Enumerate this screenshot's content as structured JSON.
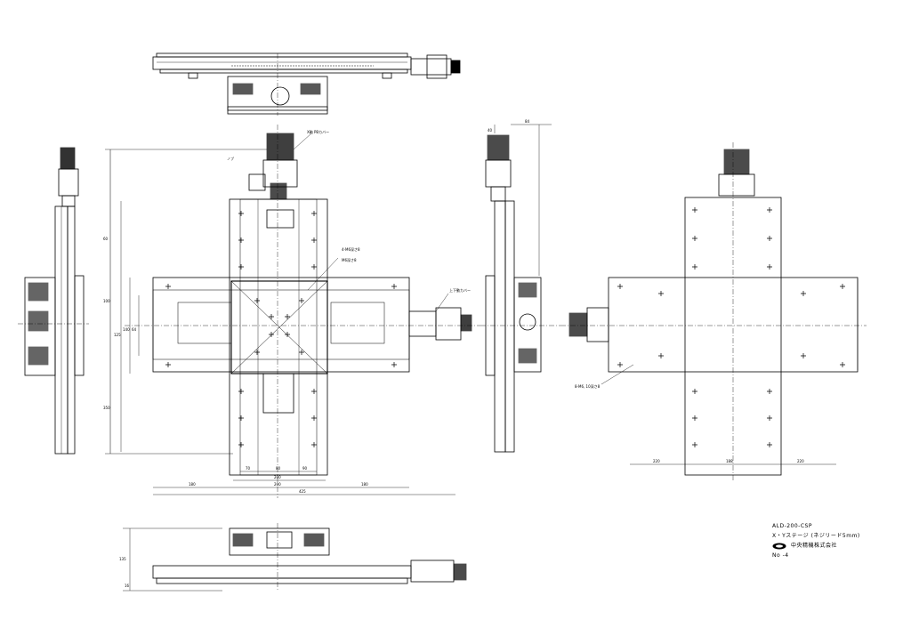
{
  "title_block": {
    "model": "ALD-200-CSP",
    "description": "X・Yステージ (ネジリード5mm)",
    "company": "中央精機株式会社",
    "sheet_no": "No -4"
  },
  "dimensions": {
    "front_view": [
      "60",
      "100",
      "125",
      "350",
      "140",
      "64",
      "70",
      "80",
      "90"
    ],
    "callouts": [
      "4-M6深さ8",
      "M6深さ8",
      "X軸 PBカバー",
      "上下動カバー",
      "ノブ",
      "8-M6, 10深さ8"
    ],
    "front_bottom": [
      "180",
      "200",
      "425",
      "180",
      "200"
    ],
    "right_view": [
      "220",
      "188",
      "220"
    ],
    "side_top": [
      "84",
      "40"
    ],
    "bottom_view": [
      "135",
      "16"
    ]
  }
}
